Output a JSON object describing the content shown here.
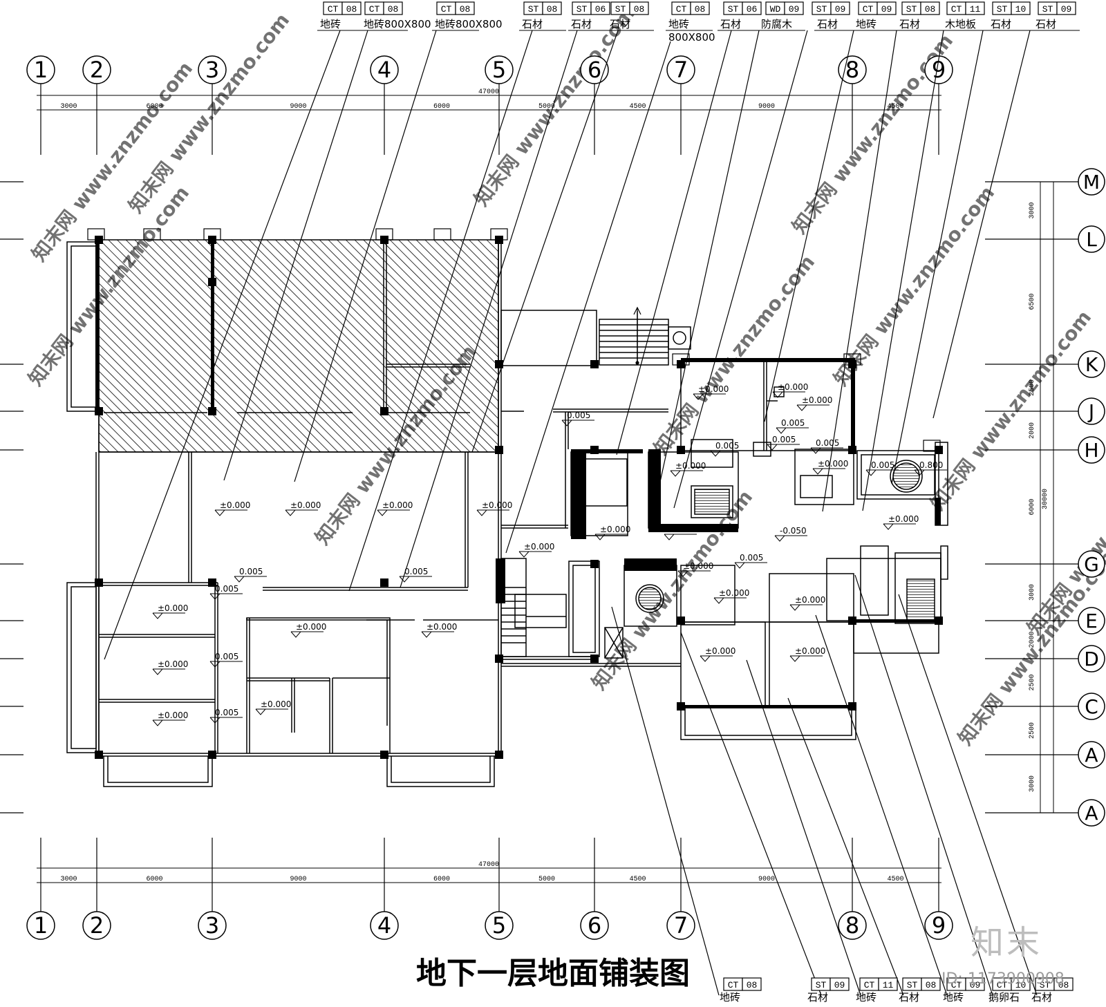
{
  "title": "地下一层地面铺装图",
  "brand_mark": "知末",
  "drawing_id": "ID: 1173900908",
  "watermark": "知末网 www.znzmo.com",
  "colors": {
    "line": "#000000",
    "watermark": "#c8c8c8",
    "brand": "#bdbdbd"
  },
  "overall_dimension": "47000",
  "column_axes": [
    "1",
    "2",
    "3",
    "4",
    "5",
    "6",
    "7",
    "8",
    "9"
  ],
  "column_spacings": [
    "3000",
    "6000",
    "9000",
    "6000",
    "5000",
    "4500",
    "9000",
    "4500"
  ],
  "row_axes": [
    "M",
    "L",
    "K",
    "J",
    "H",
    "G",
    "E",
    "D",
    "C",
    "A",
    "A"
  ],
  "row_spacings": [
    "3000",
    "6500",
    "2500",
    "2000",
    "6000",
    "3000",
    "2000",
    "2500",
    "2500",
    "3000"
  ],
  "row_overall": "30000",
  "top_callouts": [
    {
      "codes": [
        "CT",
        "08"
      ],
      "material": "地砖"
    },
    {
      "codes": [
        "CT",
        "08"
      ],
      "material": "地砖800X800"
    },
    {
      "codes": [
        "CT",
        "08"
      ],
      "material": "地砖800X800"
    },
    {
      "codes": [
        "ST",
        "08"
      ],
      "material": "石材"
    },
    {
      "codes": [
        "ST",
        "06"
      ],
      "material": "石材"
    },
    {
      "codes": [
        "ST",
        "08"
      ],
      "material": "石材"
    },
    {
      "codes": [
        "CT",
        "08"
      ],
      "material": "地砖",
      "material2": "800X800"
    },
    {
      "codes": [
        "ST",
        "06"
      ],
      "material": "石材"
    },
    {
      "codes": [
        "WD",
        "09"
      ],
      "material": "防腐木"
    },
    {
      "codes": [
        "ST",
        "09"
      ],
      "material": "石材"
    },
    {
      "codes": [
        "CT",
        "09"
      ],
      "material": "地砖"
    },
    {
      "codes": [
        "ST",
        "08"
      ],
      "material": "石材"
    },
    {
      "codes": [
        "CT",
        "11"
      ],
      "material": "木地板"
    },
    {
      "codes": [
        "ST",
        "10"
      ],
      "material": "石材"
    },
    {
      "codes": [
        "ST",
        "09"
      ],
      "material": "石材"
    }
  ],
  "bottom_callouts": [
    {
      "codes": [
        "CT",
        "08"
      ],
      "material": "地砖"
    },
    {
      "codes": [
        "ST",
        "09"
      ],
      "material": "石材"
    },
    {
      "codes": [
        "CT",
        "11"
      ],
      "material": "地砖"
    },
    {
      "codes": [
        "ST",
        "08"
      ],
      "material": "石材"
    },
    {
      "codes": [
        "CT",
        "09"
      ],
      "material": "地砖"
    },
    {
      "codes": [
        "CT",
        "10"
      ],
      "material": "鹅卵石"
    },
    {
      "codes": [
        "ST",
        "08"
      ],
      "material": "石材"
    }
  ],
  "elevations": [
    "±0.000",
    "0.005",
    "-0.050",
    "0.800"
  ]
}
